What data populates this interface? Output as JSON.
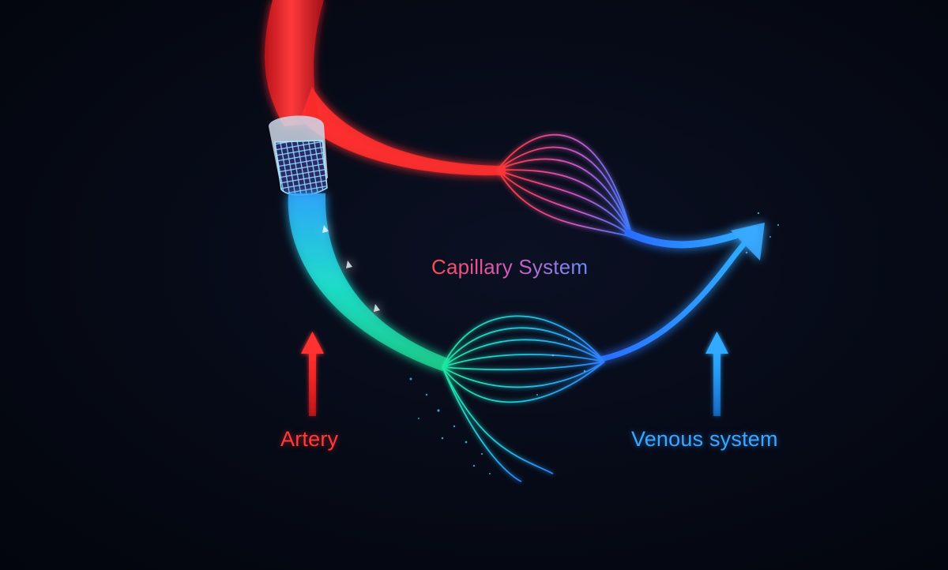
{
  "labels": {
    "capillary": "Capillary System",
    "artery": "Artery",
    "venous": "Venous system"
  },
  "colors": {
    "artery": "#ff2a2a",
    "venous": "#2f9bff",
    "capillary_teal": "#22e5c8",
    "background": "#050813"
  },
  "icons": {
    "artery_arrow": "arrow-up-icon",
    "venous_arrow": "arrow-up-icon",
    "stent": "stent-icon"
  }
}
